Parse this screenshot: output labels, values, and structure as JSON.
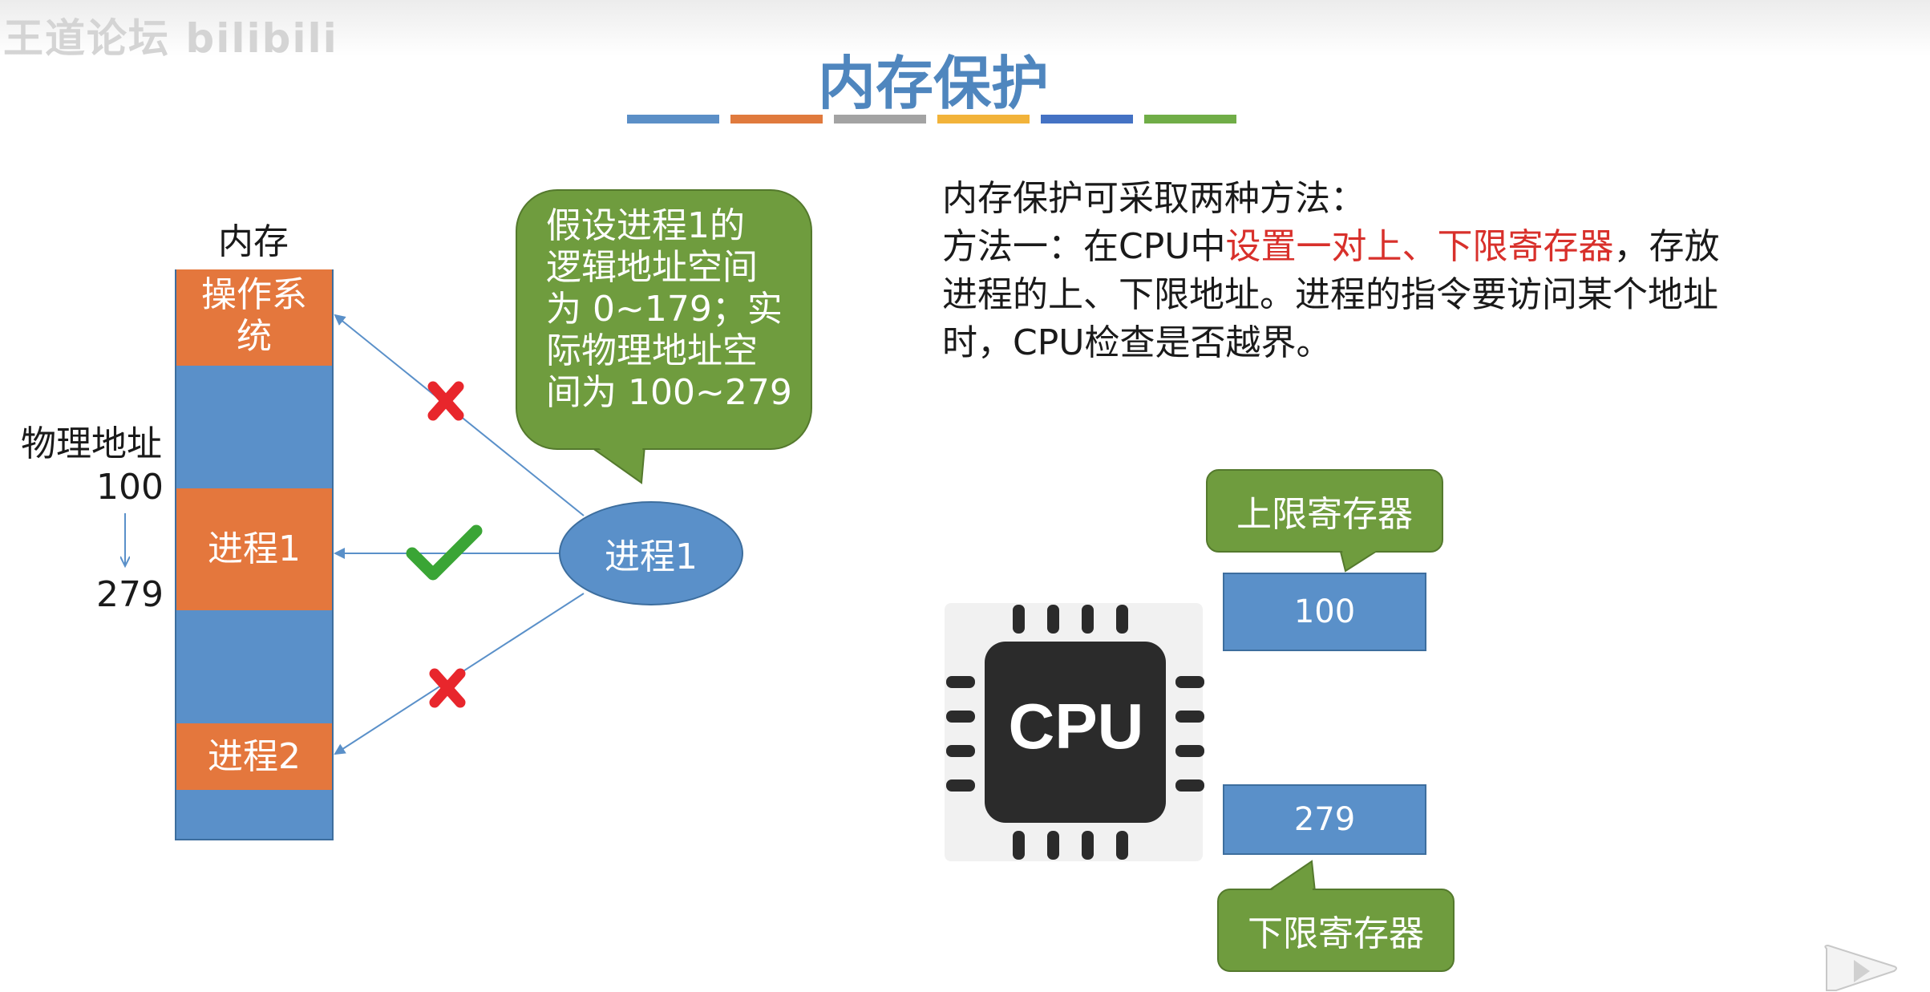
{
  "watermark": "王道论坛 bilibili",
  "slide": {
    "title": "内存保护",
    "title_color": "#4f86be",
    "bar_colors": [
      "#5b8fc7",
      "#e07a3d",
      "#a3a3a3",
      "#f2b33a",
      "#4472c4",
      "#70ad47"
    ]
  },
  "memory": {
    "label": "内存",
    "blocks": [
      {
        "type": "os",
        "label": "操作系统"
      },
      {
        "type": "free",
        "label": ""
      },
      {
        "type": "process",
        "label": "进程1"
      },
      {
        "type": "free",
        "label": ""
      },
      {
        "type": "process",
        "label": "进程2"
      },
      {
        "type": "free",
        "label": ""
      }
    ],
    "os_label_line1": "操作系",
    "os_label_line2": "统",
    "process1_label": "进程1",
    "process2_label": "进程2"
  },
  "address": {
    "label": "物理地址",
    "start": "100",
    "end": "279"
  },
  "bubble": {
    "lines": [
      "假设进程1的",
      "逻辑地址空间",
      "为 0~179；实",
      "际物理地址空",
      "间为 100~279"
    ]
  },
  "process_node": {
    "label": "进程1"
  },
  "access_marks": [
    {
      "target": "操作系统",
      "result": "denied"
    },
    {
      "target": "进程1",
      "result": "allowed"
    },
    {
      "target": "进程2",
      "result": "denied"
    }
  ],
  "description": {
    "line1": "内存保护可采取两种方法：",
    "line2_pre": "方法一：在CPU中",
    "line2_highlight": "设置一对上、下限寄存器",
    "line2_post": "，存放",
    "line3": "进程的上、下限地址。进程的指令要访问某个地址",
    "line4": "时，CPU检查是否越界。",
    "highlight_color": "#d8302b"
  },
  "cpu": {
    "label": "CPU",
    "upper_register_label": "上限寄存器",
    "upper_value": "100",
    "lower_register_label": "下限寄存器",
    "lower_value": "279"
  },
  "player": {
    "icon": "play-icon"
  }
}
